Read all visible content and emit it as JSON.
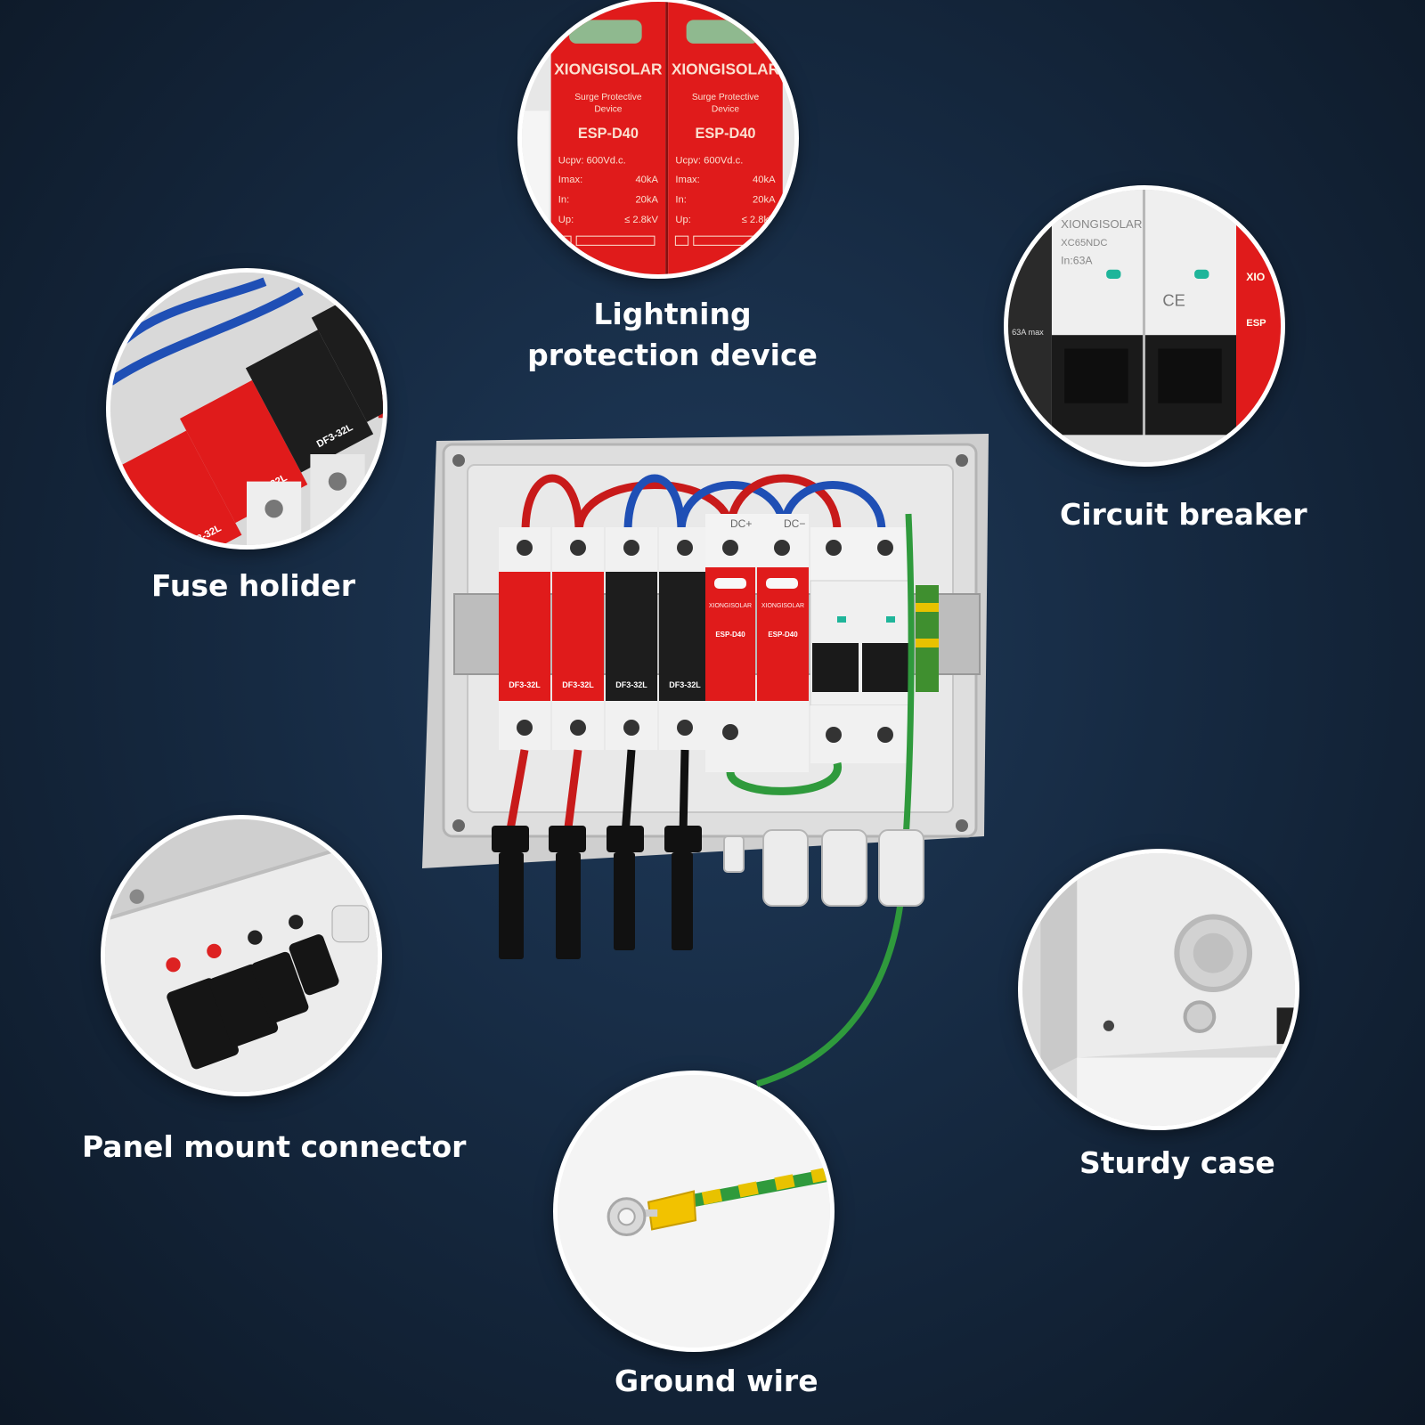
{
  "callouts": {
    "lightning": {
      "title_line1": "Lightning",
      "title_line2": "protection device",
      "detail_brand": "XIONGISOLAR",
      "detail_type": "Surge Protective",
      "detail_type2": "Device",
      "detail_model": "ESP-D40",
      "detail_ucpv": "Ucpv: 600Vd.c.",
      "detail_imax": "Imax:",
      "detail_imax_val": "40kA",
      "detail_in": "In:",
      "detail_in_val": "20kA",
      "detail_up": "Up:",
      "detail_up_val": "≤ 2.8kV"
    },
    "breaker": {
      "title": "Circuit breaker",
      "detail_brand": "XIONGISOLAR",
      "detail_model": "XC65NDC",
      "detail_in": "In:63A",
      "detail_ce": "CE"
    },
    "fuse": {
      "title": "Fuse holider",
      "detail_model": "DF3-32L"
    },
    "connector": {
      "title": "Panel mount connector"
    },
    "case": {
      "title": "Sturdy case"
    },
    "ground": {
      "title": "Ground wire"
    }
  },
  "product": {
    "fuse_labels": [
      "DF3-32L",
      "DF3-32L",
      "DF3-32L",
      "DF3-32L"
    ],
    "spd_brand": "XIONGISOLAR",
    "spd_model": "ESP-D40",
    "spd_pos": "DC+",
    "spd_neg": "DC−"
  },
  "colors": {
    "accent_red": "#e01b1b",
    "fuse_black": "#1d1d1d",
    "wire_red": "#c81a1a",
    "wire_blue": "#1f4fb5",
    "ground_green": "#2f9a3c",
    "ground_yellow": "#e8c200"
  }
}
